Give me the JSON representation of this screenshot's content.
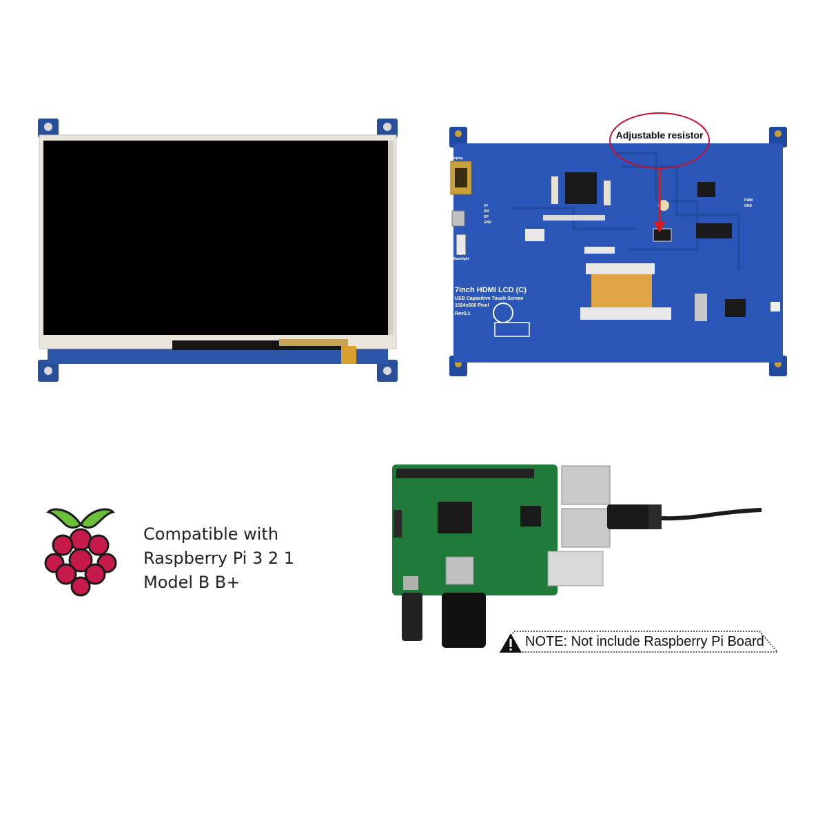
{
  "front_display": {
    "icon": "lcd-front-icon"
  },
  "back_pcb": {
    "callout": "Adjustable resistor",
    "title": "7inch HDMI LCD (C)",
    "subtitle": "USB Capacitive Touch Screen",
    "resolution": "1024x600 Pixel",
    "revision": "Rev3.1",
    "port_display": "Display",
    "port_backlight": "Backlight",
    "label_off": "OFF",
    "pins": [
      "5V",
      "DN",
      "DP",
      "GND"
    ],
    "pins_right": [
      "PWM",
      "GND"
    ],
    "accent_color": "#c8102e"
  },
  "compatibility": {
    "lines": [
      "Compatible with",
      "Raspberry Pi 3 2 1",
      "Model B B+"
    ],
    "logo_icon": "raspberry-pi-logo-icon"
  },
  "note": {
    "text": "NOTE: Not include Raspberry Pi Board",
    "icon": "warning-icon"
  }
}
